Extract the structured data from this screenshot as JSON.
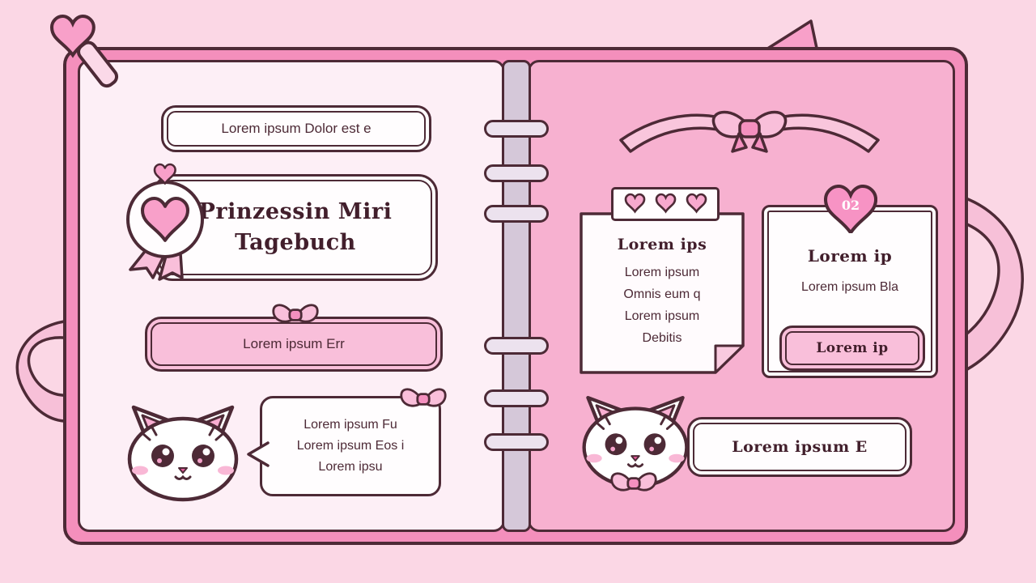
{
  "colors": {
    "background": "#fbd7e5",
    "cover_pink": "#f48fbc",
    "left_page": "#fdeff6",
    "right_page": "#f7b1d0",
    "accent_pink": "#f8a0c9",
    "light_pink": "#f9bfda",
    "outline": "#4d2a36",
    "binding_gray": "#d5c8d9"
  },
  "left_page": {
    "top_banner": {
      "text": "Lorem ipsum Dolor est e"
    },
    "title_plaque": {
      "line1": "Prinzessin Miri",
      "line2": "Tagebuch"
    },
    "pink_banner": {
      "text": "Lorem ipsum Err"
    },
    "speech_bubble": {
      "line1": "Lorem ipsum Fu",
      "line2": "Lorem ipsum Eos i",
      "line3": "Lorem ipsu"
    }
  },
  "right_page": {
    "sticky_note": {
      "title": "Lorem ips",
      "line1": "Lorem ipsum",
      "line2": "Omnis eum q",
      "line3": "Lorem ipsum",
      "line4": "Debitis"
    },
    "info_card": {
      "number": "02",
      "title": "Lorem ip",
      "body": "Lorem ipsum Bla",
      "button_label": "Lorem ip"
    },
    "bottom_banner": {
      "text": "Lorem ipsum E"
    }
  }
}
